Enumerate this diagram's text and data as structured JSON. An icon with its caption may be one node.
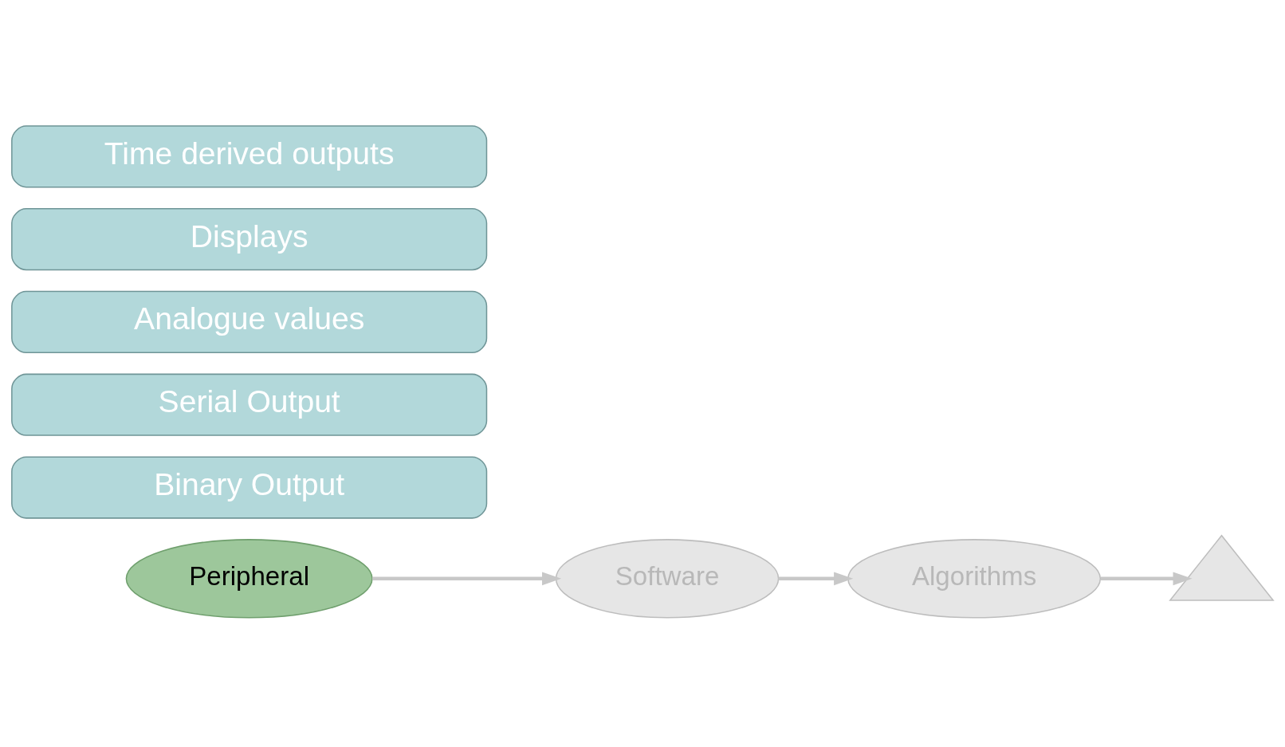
{
  "diagram": {
    "nodes": [
      {
        "text": [
          "Algorithms"
        ]
      },
      {
        "text": [],
        "shape": "wedge"
      },
      {
        "text": [
          "Peripheral"
        ]
      },
      {
        "text": [
          "Software"
        ]
      },
      {
        "text": [
          "Binary Output"
        ]
      },
      {
        "text": [
          "Serial Output"
        ]
      },
      {
        "text": [
          "Analogue values"
        ]
      },
      {
        "text": [
          "Displays"
        ]
      },
      {
        "text": [
          "Time derived outputs"
        ]
      }
    ],
    "edges": [
      {
        "from": 0,
        "to": 1,
        "arrow": "to"
      },
      {
        "from": 2,
        "to": 3,
        "arrow": "to"
      },
      {
        "from": 3,
        "to": 0,
        "arrow": "to"
      }
    ]
  }
}
